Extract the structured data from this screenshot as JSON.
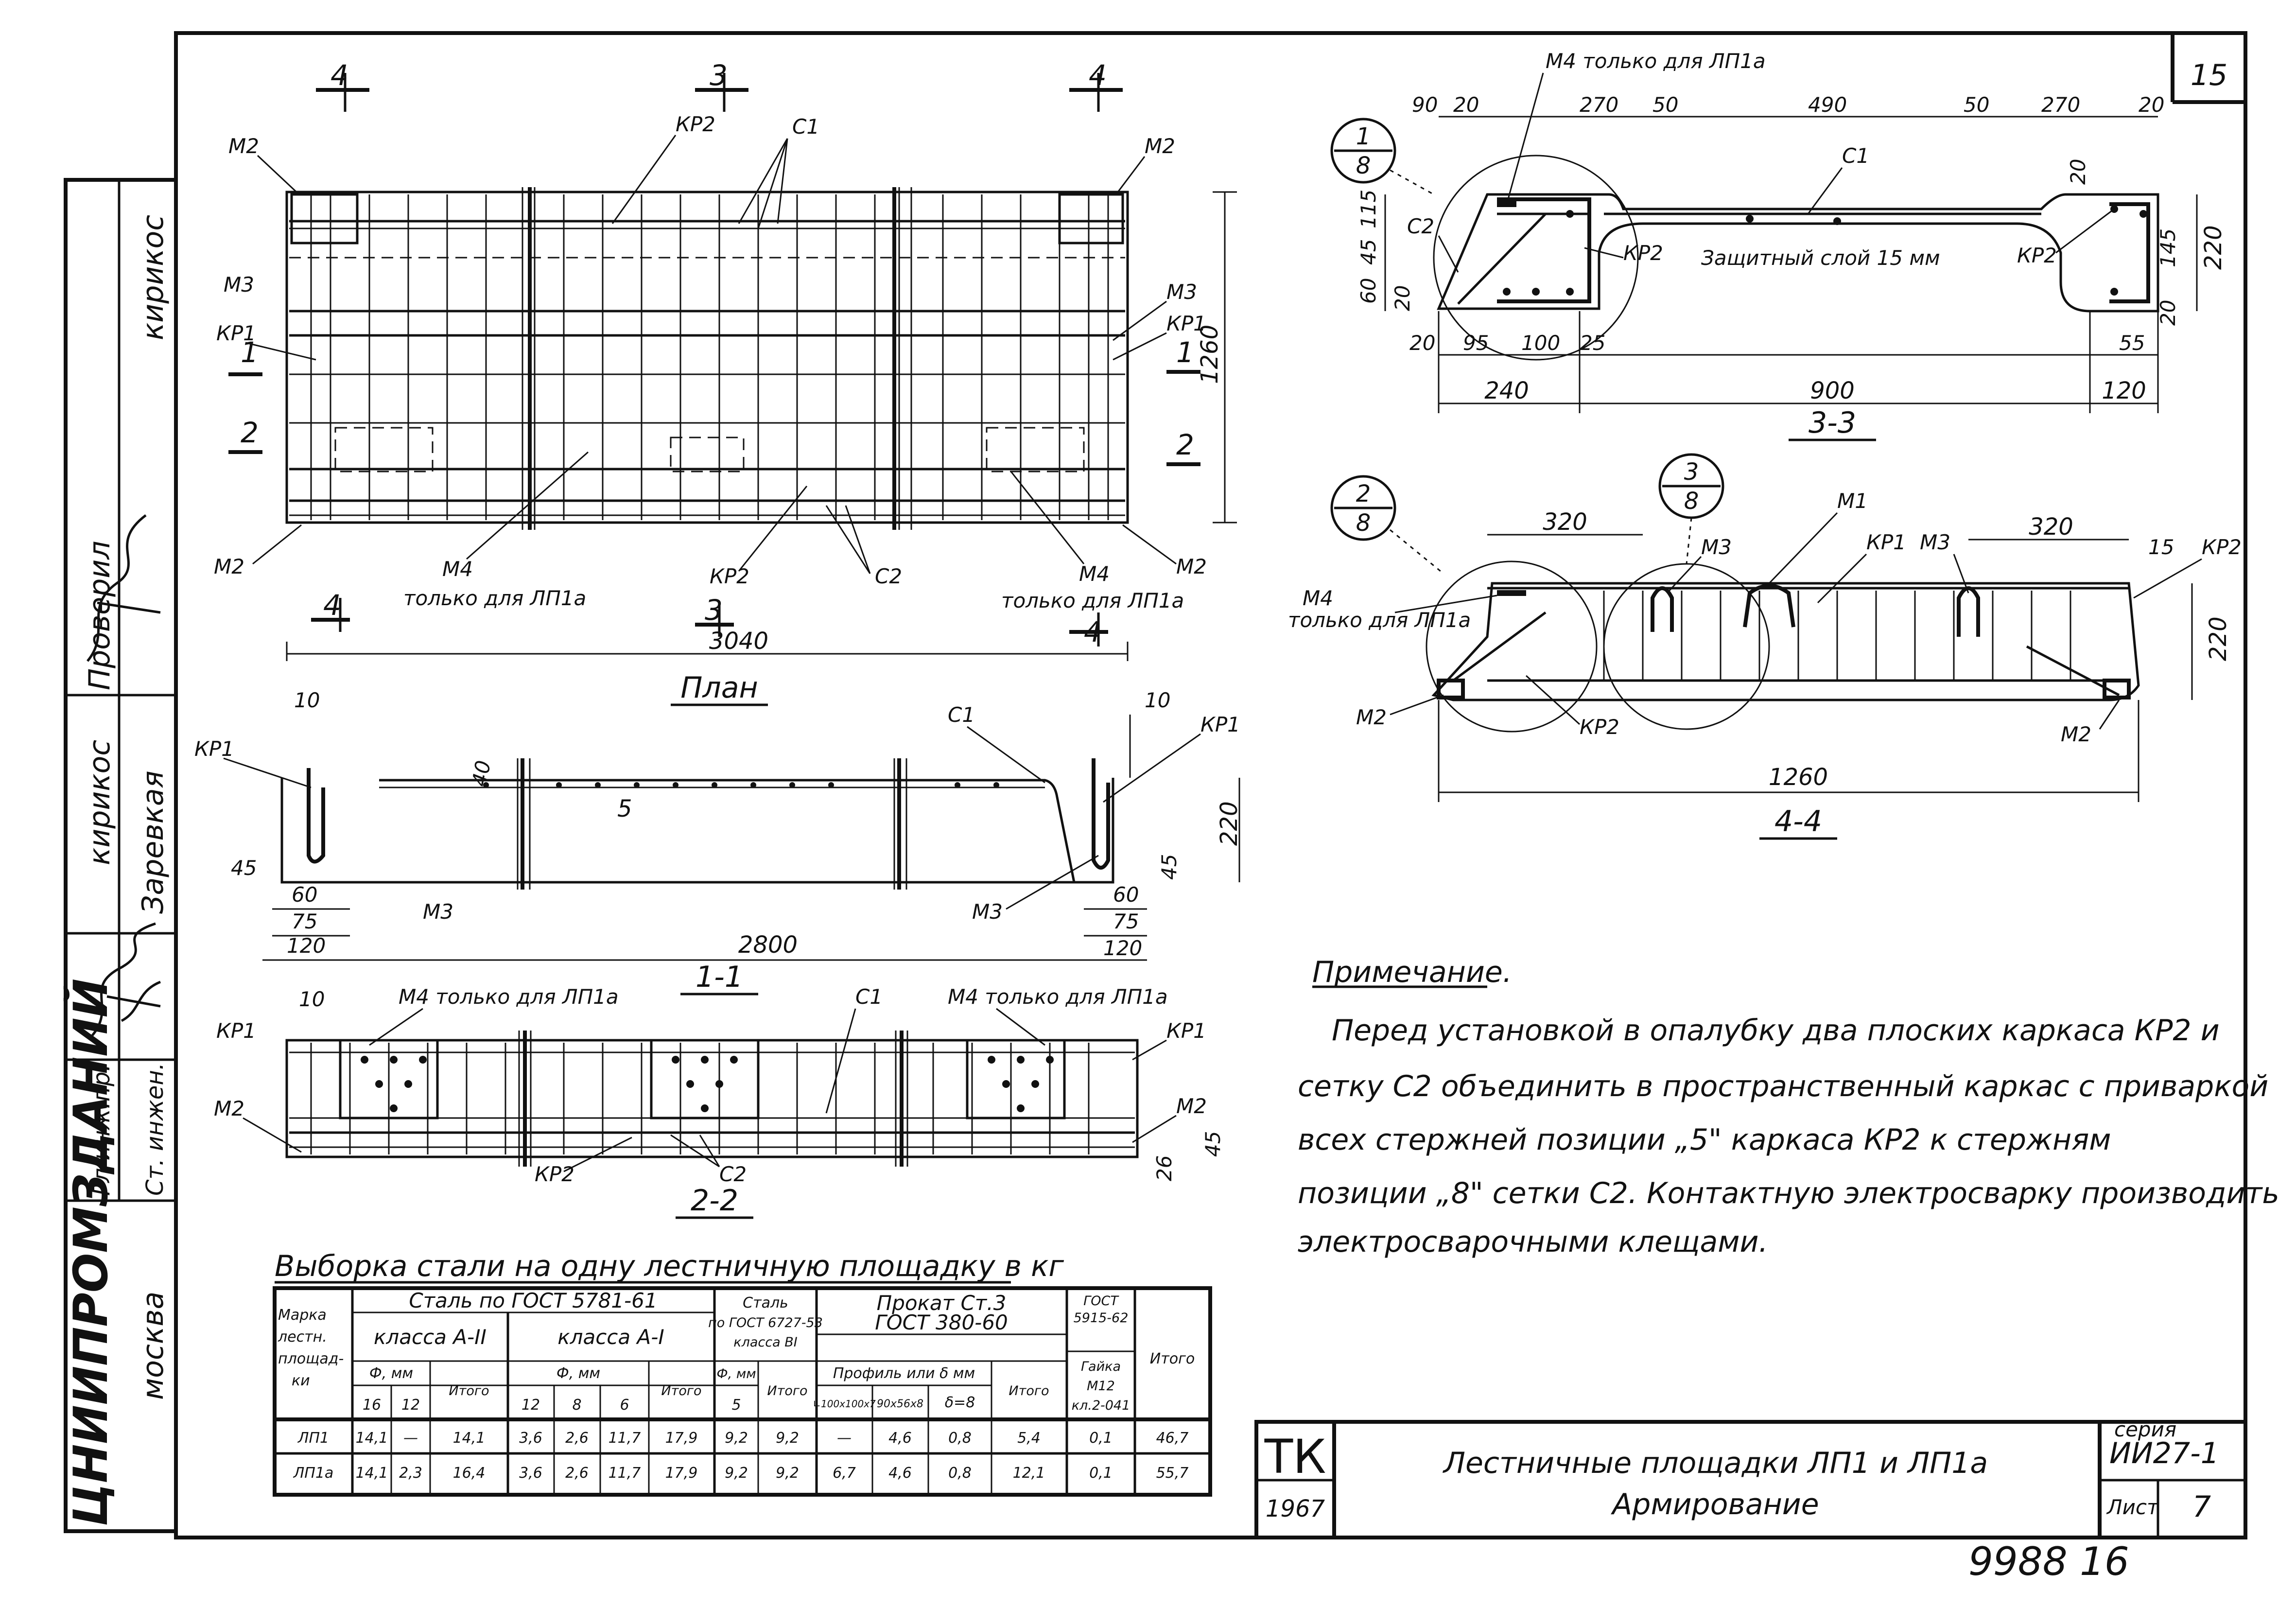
{
  "sheet": {
    "number": "15",
    "archive_number": "9988 16",
    "side_stamp": {
      "org": "ЦНИИПРОМЗДАНИЙ",
      "city": "москва",
      "roles": [
        {
          "role": "Проверил",
          "name": "кирикос"
        },
        {
          "role": "",
          "name": "кирикос"
        },
        {
          "role": "",
          "name": "Заревкая"
        },
        {
          "role": "Гл инж.пр.",
          "name": ""
        },
        {
          "role": "Ст. инжен.",
          "name": ""
        }
      ]
    }
  },
  "plan": {
    "title": "План",
    "labels": {
      "m2": "М2",
      "m3": "М3",
      "kr1": "КР1",
      "kr2": "КР2",
      "c1": "С1",
      "c2": "С2",
      "m4": "М4",
      "m4_note": "только для ЛП1а"
    },
    "cuts": {
      "s1": "1",
      "s2": "2",
      "s3": "3",
      "s4": "4"
    },
    "dims": {
      "length": "3040",
      "width": "1260"
    }
  },
  "section_11": {
    "title": "1-1",
    "labels": {
      "kr1": "КР1",
      "c1": "С1",
      "m3": "М3",
      "pos5": "5"
    },
    "dims": {
      "d10": "10",
      "d60": "60",
      "d75": "75",
      "d120": "120",
      "d45": "45",
      "d2800": "2800",
      "d220": "220",
      "d40": "40"
    }
  },
  "section_22": {
    "title": "2-2",
    "labels": {
      "kr1": "КР1",
      "m2": "М2",
      "c1": "С1",
      "c2": "С2",
      "kr2": "КР2",
      "m4_note": "М4 только для ЛП1а"
    },
    "dims": {
      "d10": "10",
      "d45": "45",
      "d26": "26"
    }
  },
  "section_33": {
    "title": "3-3",
    "labels": {
      "m4": "М4 только для ЛП1а",
      "c1": "С1",
      "c2": "С2",
      "kr2": "КР2",
      "cover": "Защитный слой 15 мм"
    },
    "node": {
      "num": "1",
      "sheet": "8"
    },
    "top_dims": [
      "90",
      "20",
      "270",
      "50",
      "490",
      "50",
      "270",
      "20"
    ],
    "left_dims": [
      "115",
      "45",
      "60",
      "20"
    ],
    "right_dims": [
      "20",
      "145",
      "220",
      "20"
    ],
    "bottom_dims": [
      "20",
      "95",
      "100",
      "25",
      "55"
    ],
    "overall": [
      "240",
      "900",
      "120"
    ]
  },
  "section_44": {
    "title": "4-4",
    "labels": {
      "m1": "М1",
      "m3": "М3",
      "kr1": "КР1",
      "m3b": "М3",
      "kr2": "КР2",
      "m4": "М4",
      "m4_note": "только для ЛП1а",
      "m2": "М2",
      "kr2b": "КР2",
      "m2b": "М2"
    },
    "nodes": [
      {
        "num": "2",
        "sheet": "8"
      },
      {
        "num": "3",
        "sheet": "8"
      }
    ],
    "dims": {
      "d320a": "320",
      "d320b": "320",
      "d15": "15",
      "d220": "220",
      "d1260": "1260"
    }
  },
  "note": {
    "title": "Примечание.",
    "lines": [
      "Перед установкой в опалубку два плоских каркаса КР2 и",
      "сетку С2 объединить в пространственный каркас с приваркой",
      "всех стержней позиции „5\" каркаса КР2 к стержням",
      "позиции „8\" сетки С2. Контактную электросварку производить",
      "электросварочными клещами."
    ]
  },
  "steel_table": {
    "title": "Выборка стали на одну лестничную площадку в кг",
    "head": {
      "mark": [
        "Марка",
        "лестн.",
        "площад-",
        "ки"
      ],
      "gost5781": "Сталь по ГОСТ 5781-61",
      "classA2": "класса А-II",
      "classA1": "класса А-I",
      "phi_mm": "Ф, мм",
      "itogo": "Итого",
      "gost6727": [
        "Сталь",
        "по ГОСТ 6727-53",
        "класса ВI"
      ],
      "prokat": "Прокат Ст.3",
      "gost380": "ГОСТ 380-60",
      "profile": "Профиль или δ мм",
      "gost5915": [
        "ГОСТ",
        "5915-62"
      ],
      "nut": [
        "Гайка",
        "М12",
        "кл.2-041"
      ],
      "cols_a2": [
        "16",
        "12"
      ],
      "cols_a1": [
        "12",
        "8",
        "6"
      ],
      "cols_b1": [
        "5"
      ],
      "cols_prof": [
        "∟100х100х7",
        "90х56х8",
        "δ=8"
      ]
    },
    "rows": [
      {
        "mark": "ЛП1",
        "a2_16": "14,1",
        "a2_12": "—",
        "a2_total": "14,1",
        "a1_12": "3,6",
        "a1_8": "2,6",
        "a1_6": "11,7",
        "a1_total": "17,9",
        "b1_5": "9,2",
        "b1_total": "9,2",
        "p1": "—",
        "p2": "4,6",
        "p3": "0,8",
        "p_total": "5,4",
        "nut": "0,1",
        "total": "46,7"
      },
      {
        "mark": "ЛП1а",
        "a2_16": "14,1",
        "a2_12": "2,3",
        "a2_total": "16,4",
        "a1_12": "3,6",
        "a1_8": "2,6",
        "a1_6": "11,7",
        "a1_total": "17,9",
        "b1_5": "9,2",
        "b1_total": "9,2",
        "p1": "6,7",
        "p2": "4,6",
        "p3": "0,8",
        "p_total": "12,1",
        "nut": "0,1",
        "total": "55,7"
      }
    ]
  },
  "title_block": {
    "tk": "ТК",
    "year": "1967",
    "title_line1": "Лестничные площадки ЛП1 и ЛП1а",
    "title_line2": "Армирование",
    "series_label": "серия",
    "series": "ИИ27-1",
    "sheet_label": "Лист",
    "sheet_no": "7"
  }
}
